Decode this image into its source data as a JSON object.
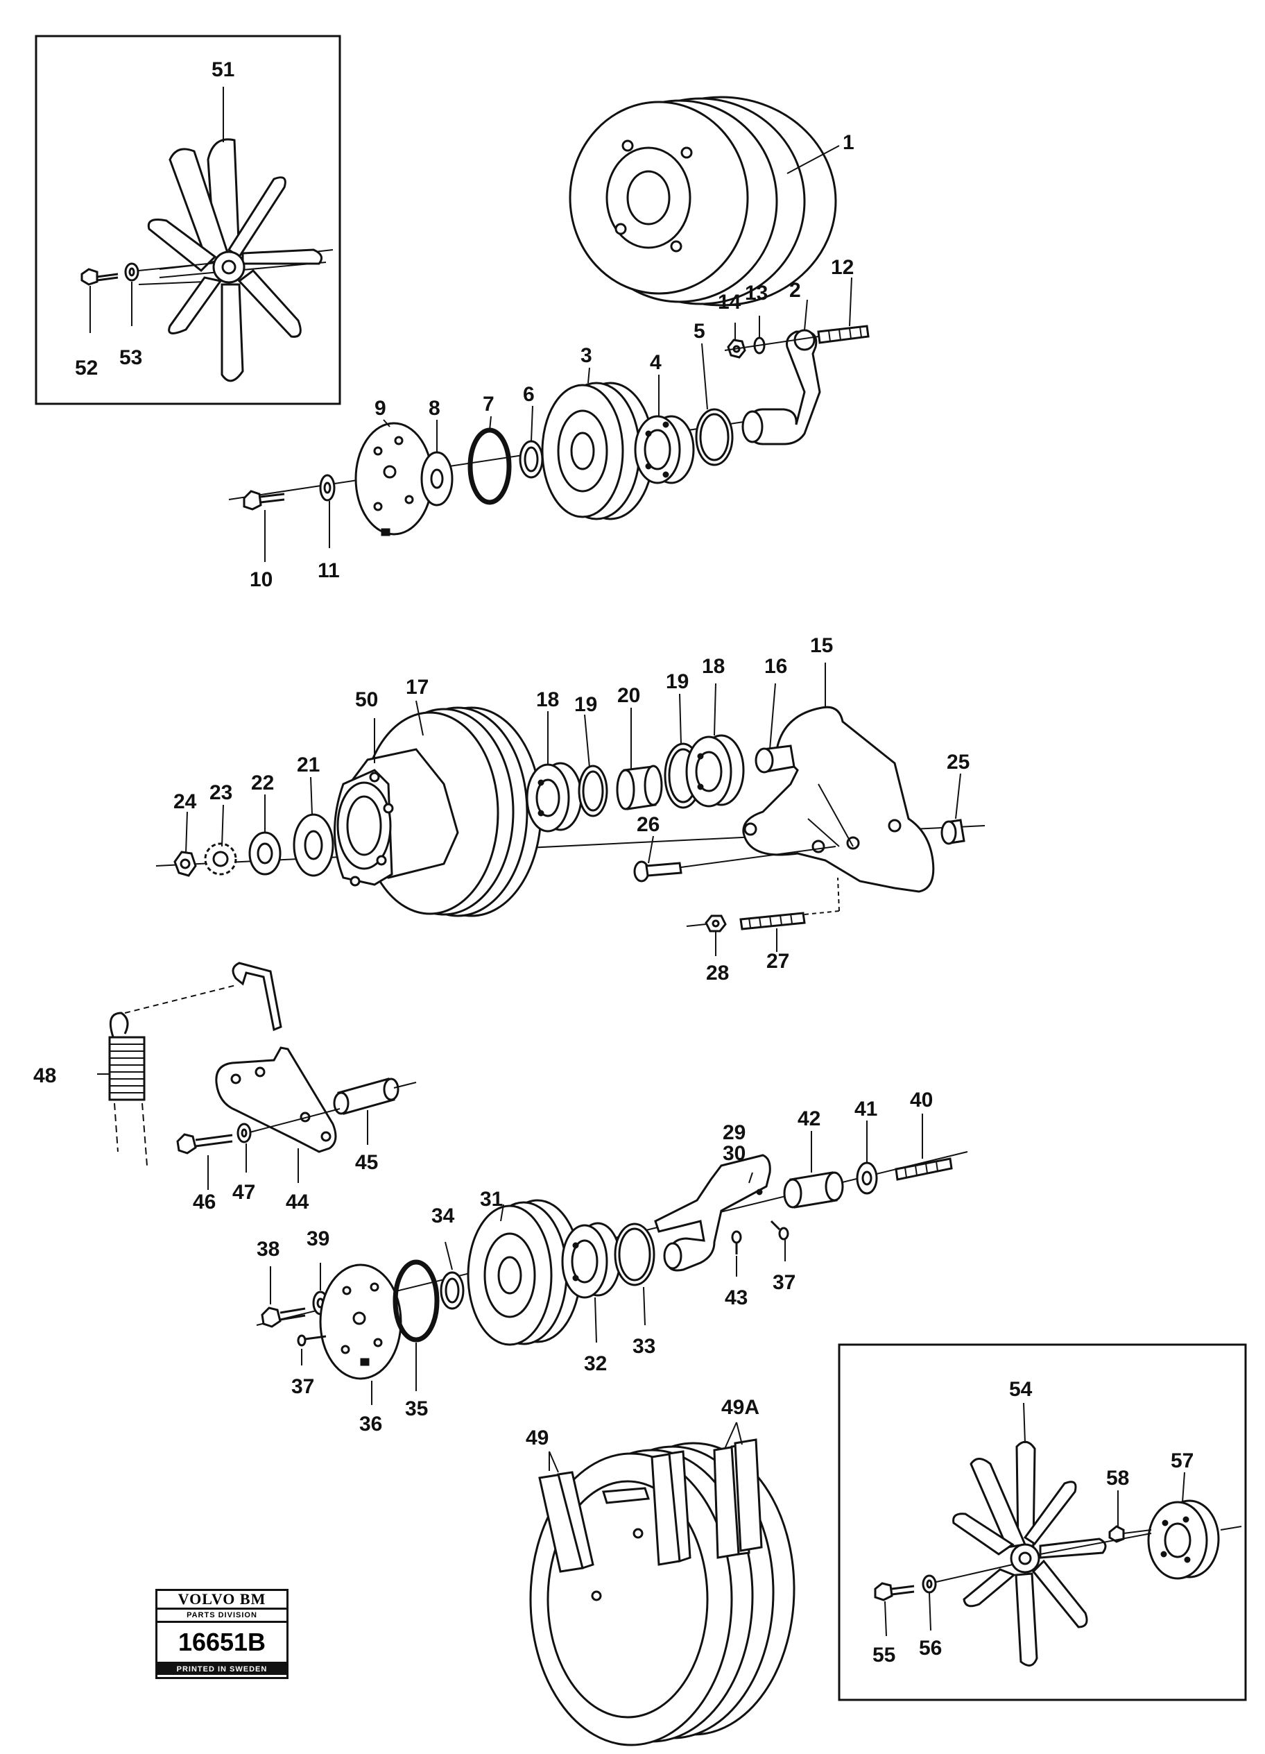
{
  "stamp": {
    "brand": "VOLVO BM",
    "division": "PARTS DIVISION",
    "number": "16651B",
    "printed": "PRINTED IN SWEDEN"
  },
  "labels": {
    "l1": "1",
    "l2": "2",
    "l3": "3",
    "l4": "4",
    "l5": "5",
    "l6": "6",
    "l7": "7",
    "l8": "8",
    "l9": "9",
    "l10": "10",
    "l11": "11",
    "l12": "12",
    "l13": "13",
    "l14": "14",
    "l15": "15",
    "l16": "16",
    "l17": "17",
    "l18a": "18",
    "l18b": "18",
    "l19a": "19",
    "l19b": "19",
    "l20": "20",
    "l21": "21",
    "l22": "22",
    "l23": "23",
    "l24": "24",
    "l25": "25",
    "l26": "26",
    "l27": "27",
    "l28": "28",
    "l29": "29",
    "l30": "30",
    "l31": "31",
    "l32": "32",
    "l33": "33",
    "l34": "34",
    "l35": "35",
    "l36": "36",
    "l37a": "37",
    "l37b": "37",
    "l38": "38",
    "l39": "39",
    "l40": "40",
    "l41": "41",
    "l42": "42",
    "l43": "43",
    "l44": "44",
    "l45": "45",
    "l46": "46",
    "l47": "47",
    "l48": "48",
    "l49": "49",
    "l49a": "49A",
    "l50": "50",
    "l51": "51",
    "l52": "52",
    "l53": "53",
    "l54": "54",
    "l55": "55",
    "l56": "56",
    "l57": "57",
    "l58": "58"
  }
}
